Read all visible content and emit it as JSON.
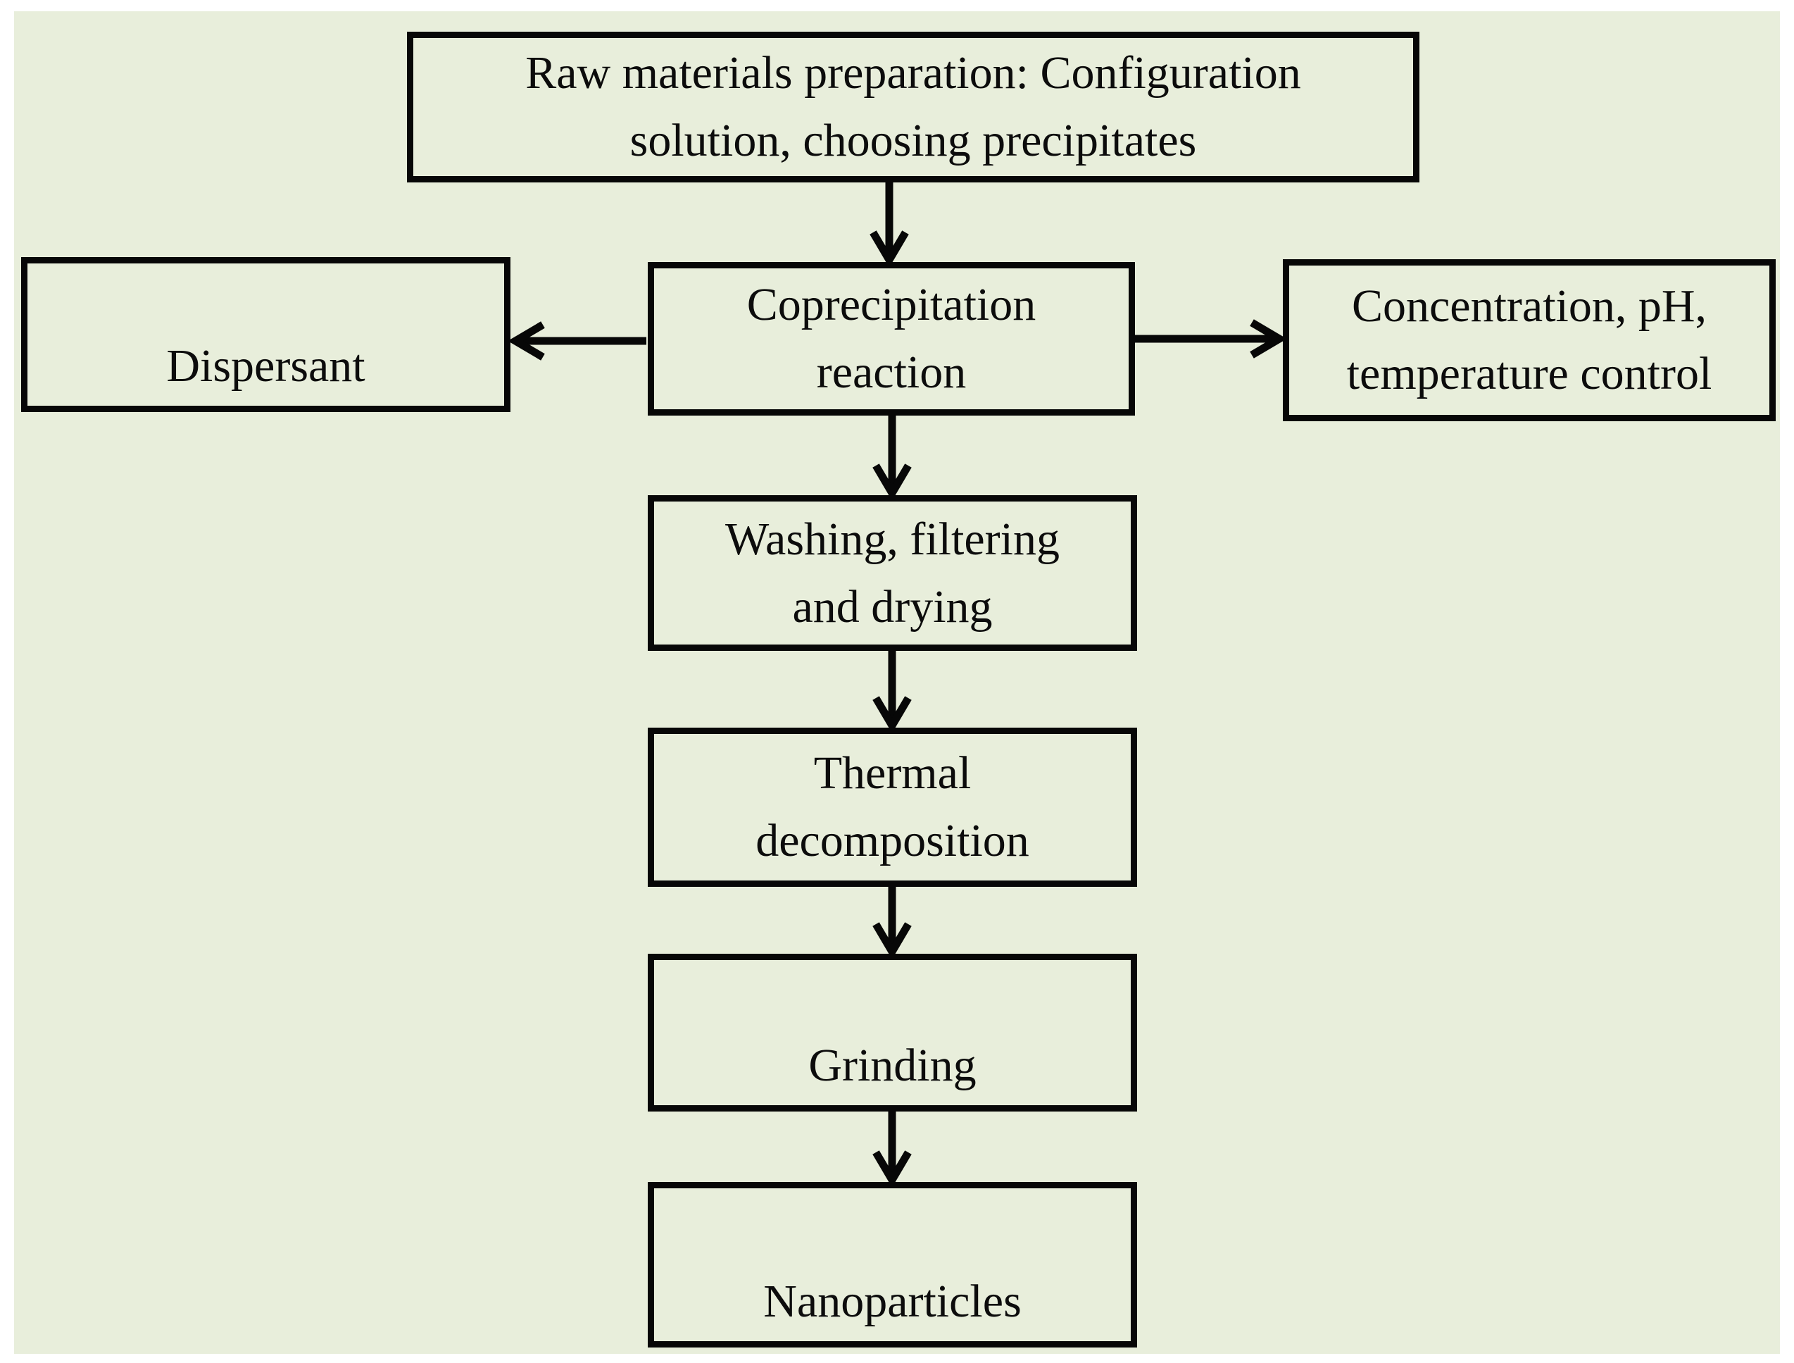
{
  "colors": {
    "page_margin": "#ffffff",
    "diagram_background": "#e8eedb",
    "box_border": "#070707",
    "text": "#0c0c0c"
  },
  "flowchart": {
    "nodes": [
      {
        "id": "raw-materials",
        "lines": [
          "Raw materials preparation: Configuration",
          "solution, choosing precipitates"
        ]
      },
      {
        "id": "dispersant",
        "lines": [
          "Dispersant"
        ]
      },
      {
        "id": "coprecipitation",
        "lines": [
          "Coprecipitation",
          "reaction"
        ]
      },
      {
        "id": "concentration-ph",
        "lines": [
          "Concentration, pH,",
          "temperature control"
        ]
      },
      {
        "id": "washing",
        "lines": [
          "Washing, filtering",
          "and drying"
        ]
      },
      {
        "id": "thermal",
        "lines": [
          "Thermal",
          "decomposition"
        ]
      },
      {
        "id": "grinding",
        "lines": [
          "Grinding"
        ]
      },
      {
        "id": "nanoparticles",
        "lines": [
          "Nanoparticles"
        ]
      }
    ],
    "edges": [
      {
        "from": "raw-materials",
        "to": "coprecipitation",
        "direction": "down"
      },
      {
        "from": "coprecipitation",
        "to": "dispersant",
        "direction": "left"
      },
      {
        "from": "coprecipitation",
        "to": "concentration-ph",
        "direction": "right"
      },
      {
        "from": "coprecipitation",
        "to": "washing",
        "direction": "down"
      },
      {
        "from": "washing",
        "to": "thermal",
        "direction": "down"
      },
      {
        "from": "thermal",
        "to": "grinding",
        "direction": "down"
      },
      {
        "from": "grinding",
        "to": "nanoparticles",
        "direction": "down"
      }
    ]
  }
}
